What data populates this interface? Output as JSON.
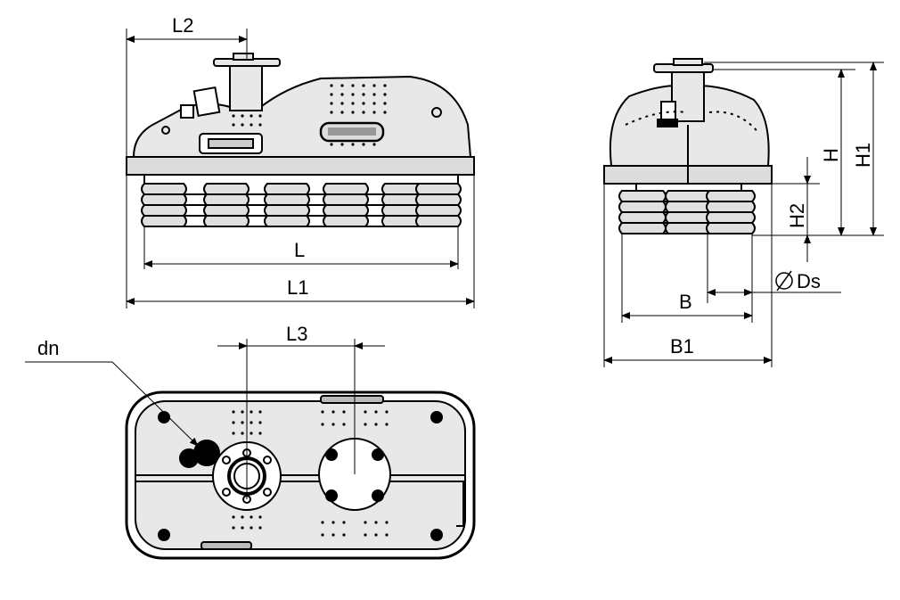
{
  "labels": {
    "L2": "L2",
    "L": "L",
    "L1": "L1",
    "L3": "L3",
    "dn": "dn",
    "H": "H",
    "H1": "H1",
    "H2": "H2",
    "Ds": "Ds",
    "B": "B",
    "B1": "B1"
  },
  "colors": {
    "line": "#000000",
    "body_fill": "#e8e8e8",
    "plate_fill": "#dcdcdc",
    "background": "#ffffff"
  }
}
